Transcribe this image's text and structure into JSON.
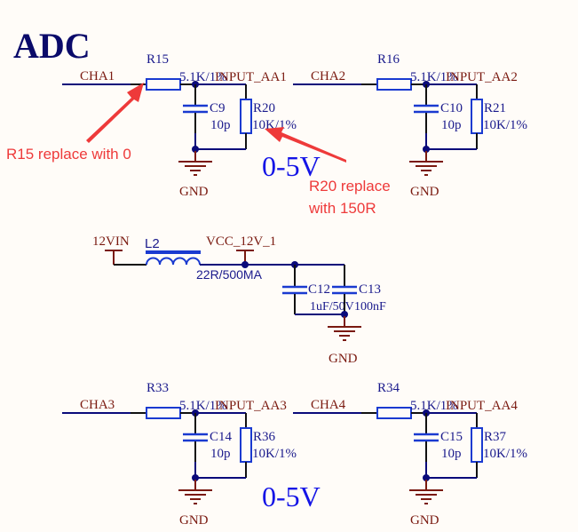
{
  "title": "ADC",
  "colors": {
    "wire": "#0a0a7a",
    "component": "#1a3ad0",
    "net_label": "#7a1a10",
    "annotation": "#ee3a3a",
    "range_label": "#1414e6",
    "title": "#0a0a6a"
  },
  "channels": [
    {
      "net_in": "CHA1",
      "series_resistor": {
        "ref": "R15",
        "value": "5.1K/1%"
      },
      "net_out": "INPUT_AA1",
      "capacitor": {
        "ref": "C9",
        "value": "10p"
      },
      "pulldown_resistor": {
        "ref": "R20",
        "value": "10K/1%"
      },
      "ground": "GND"
    },
    {
      "net_in": "CHA2",
      "series_resistor": {
        "ref": "R16",
        "value": "5.1K/1%"
      },
      "net_out": "INPUT_AA2",
      "capacitor": {
        "ref": "C10",
        "value": "10p"
      },
      "pulldown_resistor": {
        "ref": "R21",
        "value": "10K/1%"
      },
      "ground": "GND"
    },
    {
      "net_in": "CHA3",
      "series_resistor": {
        "ref": "R33",
        "value": "5.1K/1%"
      },
      "net_out": "INPUT_AA3",
      "capacitor": {
        "ref": "C14",
        "value": "10p"
      },
      "pulldown_resistor": {
        "ref": "R36",
        "value": "10K/1%"
      },
      "ground": "GND"
    },
    {
      "net_in": "CHA4",
      "series_resistor": {
        "ref": "R34",
        "value": "5.1K/1%"
      },
      "net_out": "INPUT_AA4",
      "capacitor": {
        "ref": "C15",
        "value": "10p"
      },
      "pulldown_resistor": {
        "ref": "R37",
        "value": "10K/1%"
      },
      "ground": "GND"
    }
  ],
  "range_labels": [
    "0-5V",
    "0-5V"
  ],
  "power": {
    "input_net": "12VIN",
    "inductor": {
      "ref": "L2",
      "value": "22R/500MA"
    },
    "output_net": "VCC_12V_1",
    "capacitors": [
      {
        "ref": "C12",
        "value": "1uF/50V"
      },
      {
        "ref": "C13",
        "value": "100nF"
      }
    ],
    "ground": "GND"
  },
  "annotations": [
    {
      "target": "R15",
      "text": "R15 replace with 0"
    },
    {
      "target": "R20",
      "lines": [
        "R20 replace",
        "with 150R"
      ]
    }
  ]
}
